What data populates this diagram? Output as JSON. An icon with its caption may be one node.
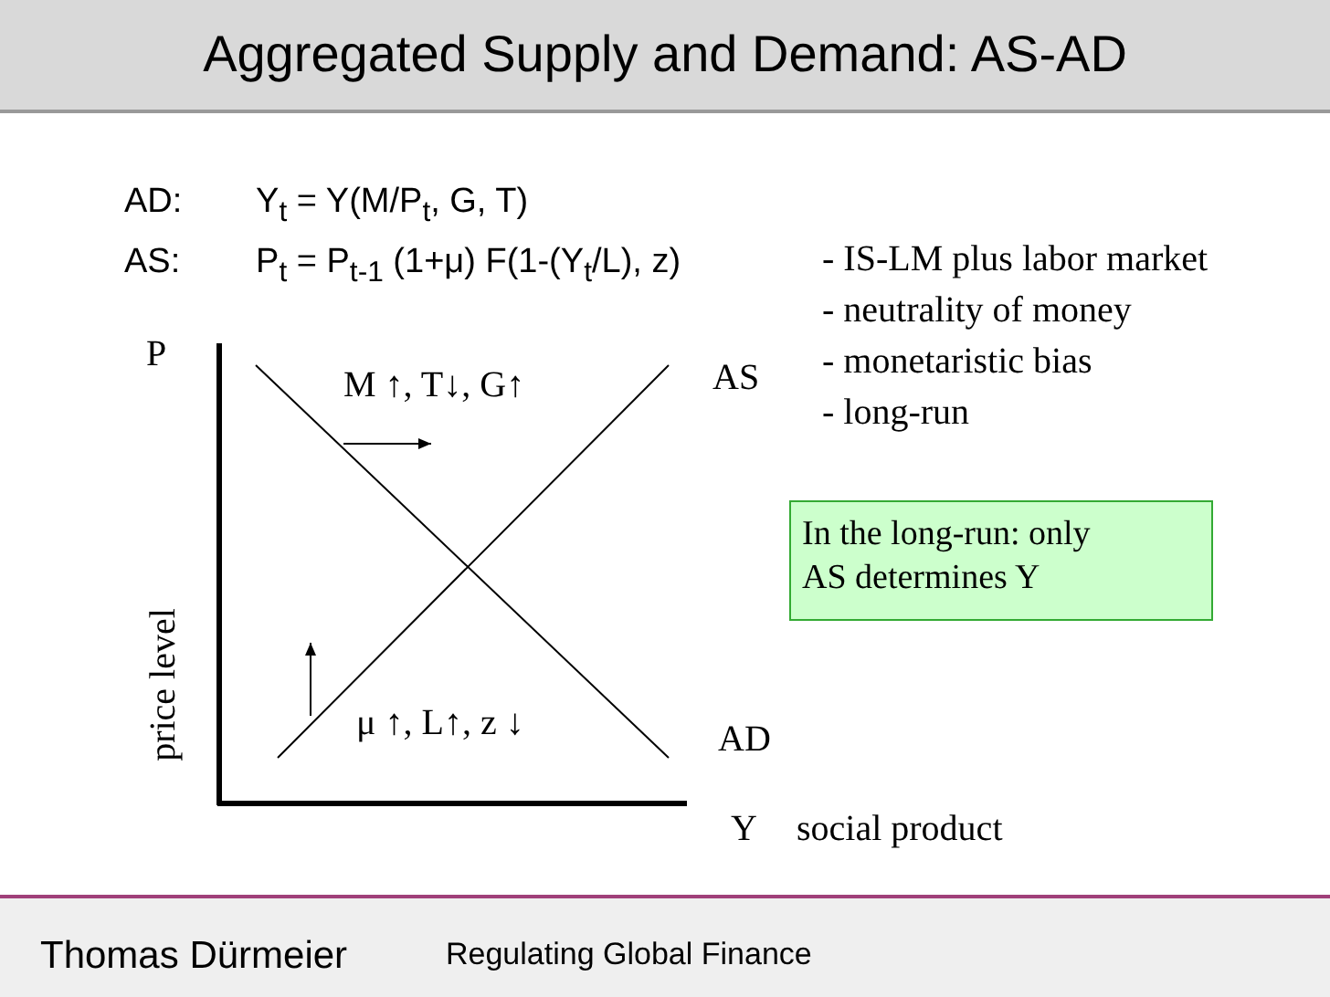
{
  "diagram": {
    "title": "Aggregated Supply and Demand: AS-AD",
    "nodes": [
      {
        "text": [
          "In the long-run: only AS determines Y"
        ]
      }
    ],
    "labels": [
      "AD:",
      "Y$_{t}$ = Y(M/P$_{t}$, G, T)",
      "AS:",
      "P$_{t}$ = P$_{t-1}$ (1+μ) F(1-(Y$_{t}$/L), z)",
      "- IS-LM plus labor market",
      "- neutrality of money",
      "- monetaristic bias",
      "- long-run",
      "P",
      "M ↑, T↓, G↑",
      "AS",
      "price level",
      "μ ↑, L↑, z ↓",
      "AD",
      "Y",
      "social product",
      "Thomas Dürmeier",
      "Regulating Global Finance"
    ]
  }
}
